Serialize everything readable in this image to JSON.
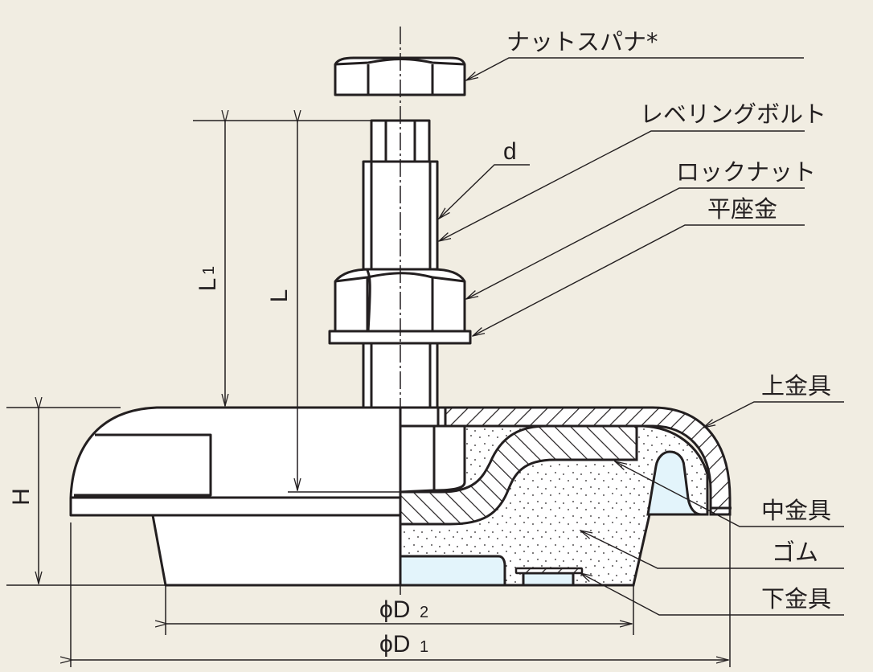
{
  "diagram": {
    "title": "Leveling mount cross-section",
    "colors": {
      "background": "#f1ede2",
      "line": "#231f20",
      "part_fill": "#ffffff",
      "void_fill": "#e3f4fb"
    },
    "part_labels": {
      "nut_spanner": "ナットスパナ*",
      "leveling_bolt": "レベリングボルト",
      "lock_nut": "ロックナット",
      "flat_washer": "平座金",
      "upper_fitting": "上金具",
      "middle_fitting": "中金具",
      "rubber": "ゴム",
      "lower_fitting": "下金具"
    },
    "dimension_labels": {
      "d": "d",
      "L1_main": "L",
      "L1_sub": "1",
      "L": "L",
      "H": "H",
      "D2_prefix": "ϕD",
      "D2_sub": "2",
      "D1_prefix": "ϕD",
      "D1_sub": "1"
    }
  }
}
